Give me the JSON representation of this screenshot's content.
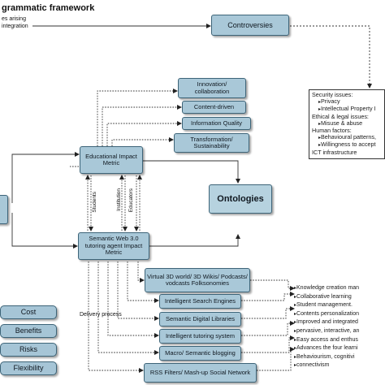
{
  "title": "grammatic framework",
  "header_note": {
    "line1": "es arising",
    "line2": "integration"
  },
  "controversies": {
    "label": "Controversies",
    "items": [
      {
        "text": "Security issues:",
        "sub": false
      },
      {
        "text": "Privacy",
        "sub": true
      },
      {
        "text": "Intellectual Property I",
        "sub": true
      },
      {
        "text": "Ethical & legal issues:",
        "sub": false
      },
      {
        "text": "Misuse & abuse",
        "sub": true
      },
      {
        "text": "Human factors:",
        "sub": false
      },
      {
        "text": "Behavioural patterns,",
        "sub": true
      },
      {
        "text": "Willingness to accept",
        "sub": true
      },
      {
        "text": "ICT infrastructure",
        "sub": false
      }
    ]
  },
  "outcomes_top": {
    "innovation": "Innovation/ collaboration",
    "content": "Content-driven",
    "quality": "Information Quality",
    "transformation": "Transformation/ Sustainability"
  },
  "educational_metric": "Educational Impact Metric",
  "semantic_metric": "Semantic Web 3.0 tutoring agent Impact Metric",
  "ontologies": "Ontologies",
  "links": {
    "students": "Students",
    "institution": "Institution",
    "educators": "Educators"
  },
  "delivery": "Delivery process",
  "technologies": {
    "virtual": "Virtual 3D world/ 3D Wikis/ Podcasts/ vodcasts Folksonomies",
    "search": "Intelligent Search Engines",
    "libraries": "Semantic Digital Libraries",
    "tutoring": "Intelligent tutoring system",
    "macro": "Macro/ Semantic blogging",
    "rss": "RSS Filters/ Mash-up Social Network"
  },
  "benefits_list": [
    "Knowledge creation man",
    "Collaborative learning",
    "Student management.",
    "Contents personalization",
    "Improved and integrated",
    "pervasive, interactive, an",
    "Easy access and enthus",
    "Advances the four learni",
    "Behaviourism, cognitivi",
    "connectivism"
  ],
  "factors": {
    "cost": "Cost",
    "benefits": "Benefits",
    "risks": "Risks",
    "flexibility": "Flexibility"
  }
}
